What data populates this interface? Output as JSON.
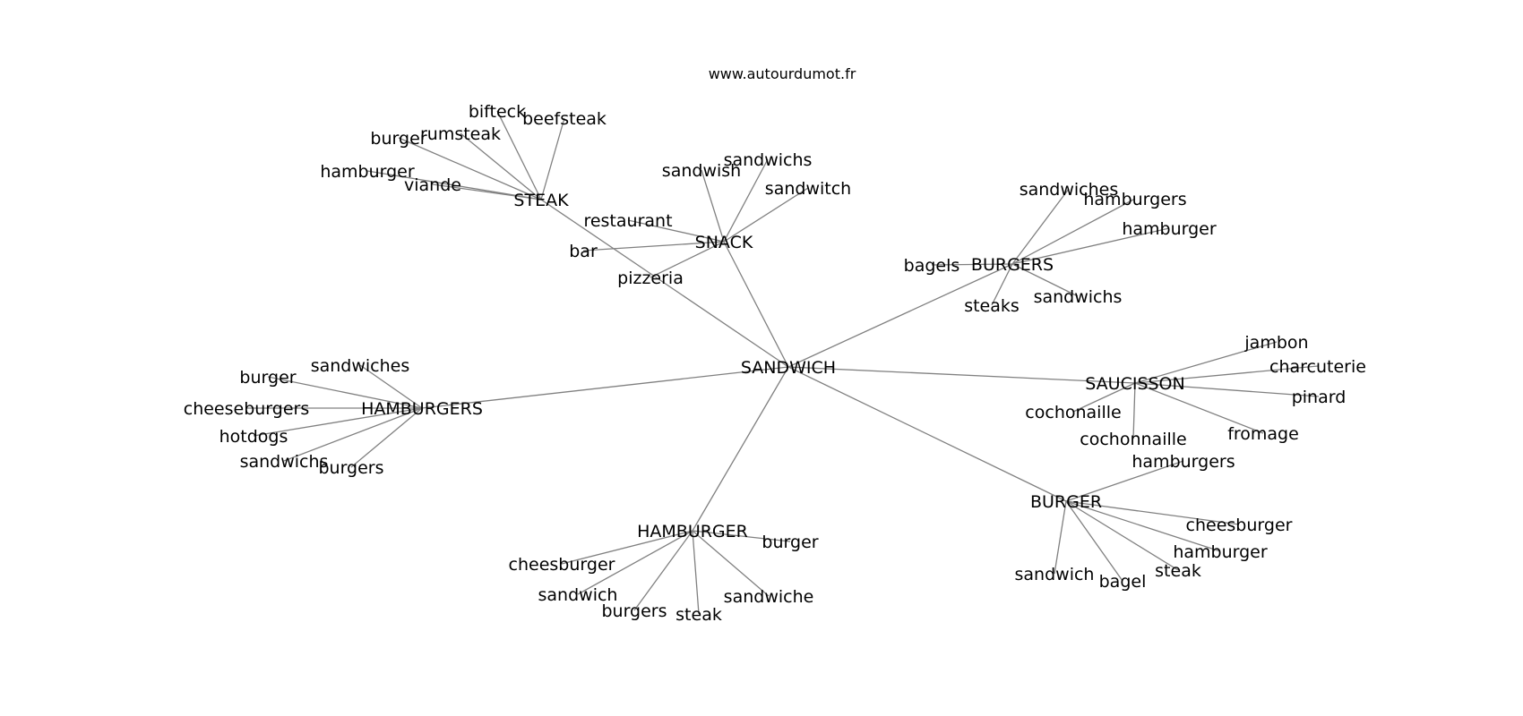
{
  "site_label": "www.autourdumot.fr",
  "center": "SANDWICH",
  "groups": [
    {
      "hub": "STEAK",
      "leaves": [
        "bifteck",
        "beefsteak",
        "rumsteak",
        "burger",
        "hamburger",
        "viande"
      ]
    },
    {
      "hub": "SNACK",
      "leaves": [
        "sandwish",
        "sandwichs",
        "sandwitch",
        "restaurant",
        "bar",
        "pizzeria"
      ]
    },
    {
      "hub": "BURGERS",
      "leaves": [
        "sandwiches",
        "hamburgers",
        "hamburger",
        "bagels",
        "sandwichs",
        "steaks"
      ]
    },
    {
      "hub": "HAMBURGERS",
      "leaves": [
        "sandwiches",
        "burger",
        "cheeseburgers",
        "hotdogs",
        "sandwichs",
        "burgers"
      ]
    },
    {
      "hub": "SAUCISSON",
      "leaves": [
        "jambon",
        "charcuterie",
        "pinard",
        "fromage",
        "cochonaille",
        "cochonnaille"
      ]
    },
    {
      "hub": "HAMBURGER",
      "leaves": [
        "burger",
        "cheesburger",
        "sandwich",
        "burgers",
        "steak",
        "sandwiche"
      ]
    },
    {
      "hub": "BURGER",
      "leaves": [
        "hamburgers",
        "cheesburger",
        "hamburger",
        "steak",
        "bagel",
        "sandwich"
      ]
    }
  ]
}
